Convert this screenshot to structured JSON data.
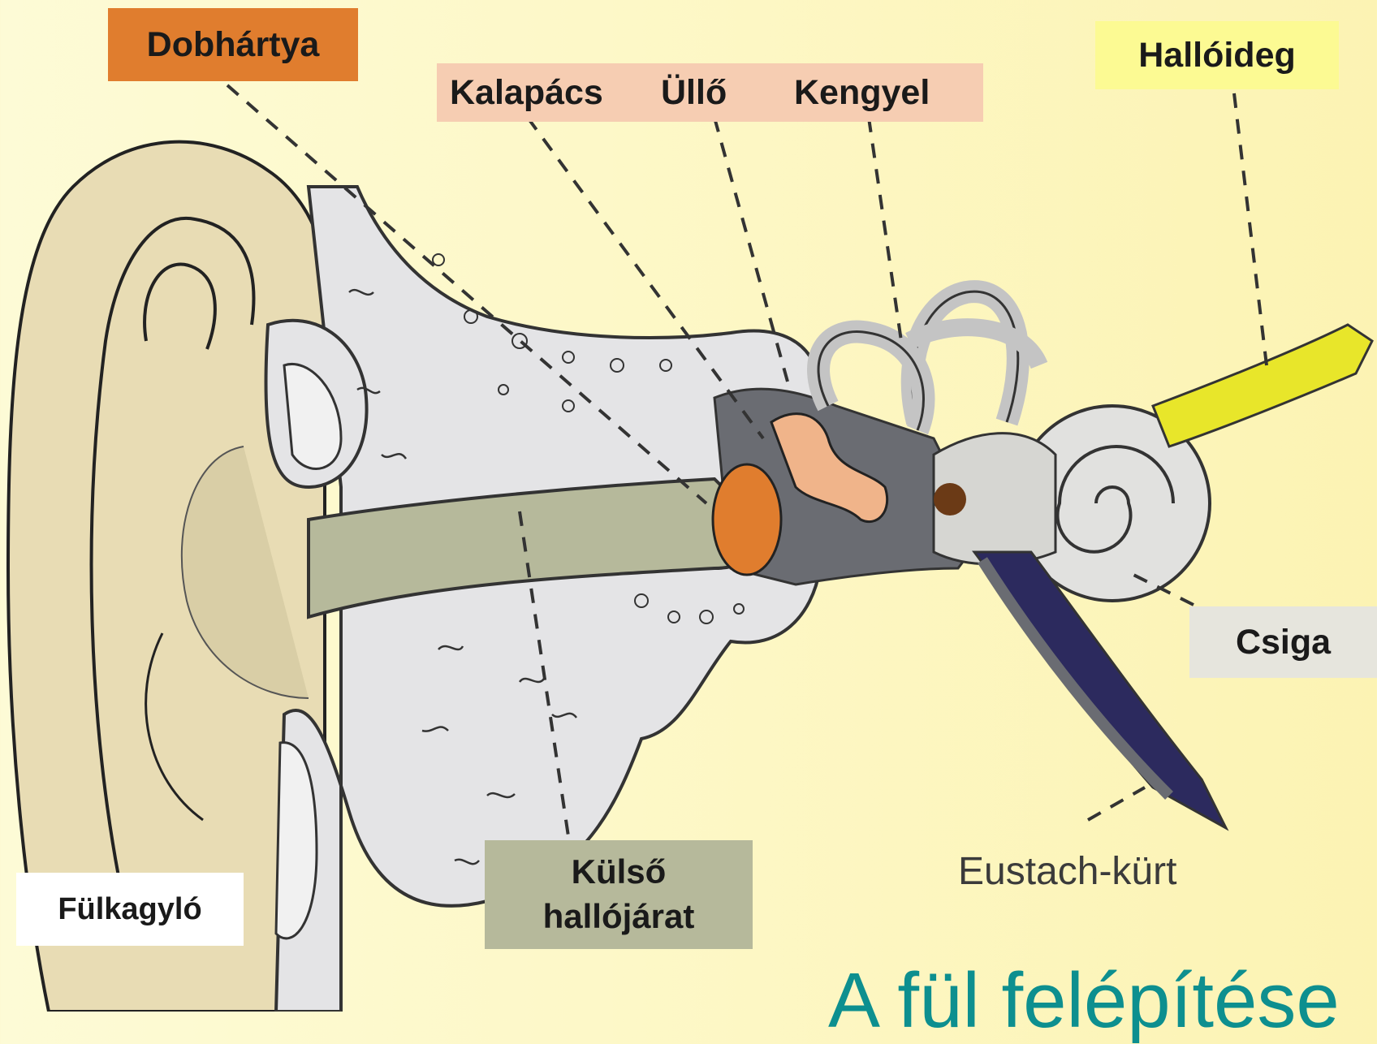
{
  "labels": {
    "dobhartya": "Dobhártya",
    "kalapacs": "Kalapács",
    "ullo": "Üllő",
    "kengyel": "Kengyel",
    "halloideg": "Hallóideg",
    "csiga": "Csiga",
    "kulso_line1": "Külső",
    "kulso_line2": "hallójárat",
    "fulkagylo": "Fülkagyló",
    "eustach": "Eustach-kürt"
  },
  "title": "A fül felépítése",
  "colors": {
    "background": "#fdf8c6",
    "title": "#0d8f8f",
    "eardrum": "#e07d2e",
    "ossicles_label": "#f6cdb2",
    "nerve_label": "#fcfa93",
    "canal_label": "#b6b99b"
  }
}
